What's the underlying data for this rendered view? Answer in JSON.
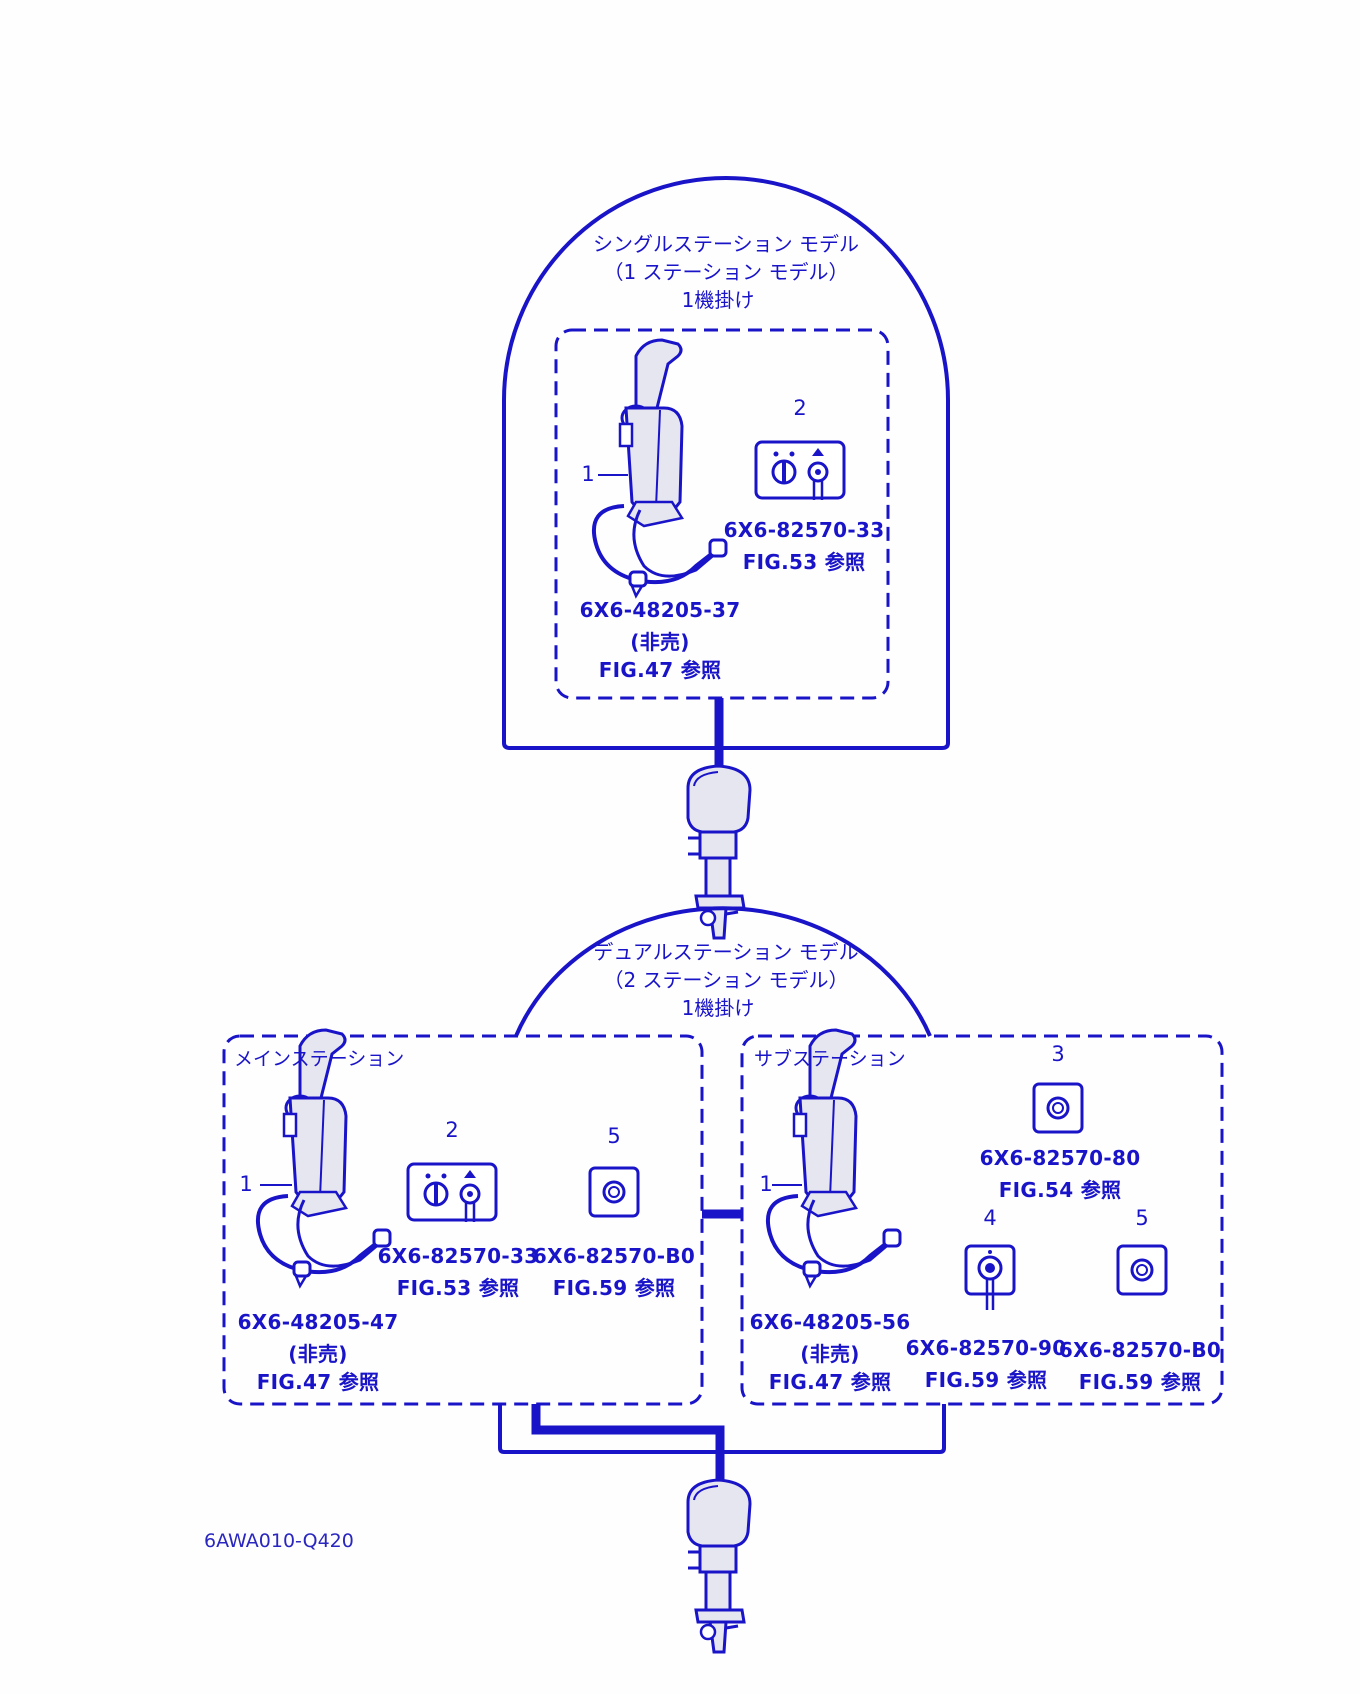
{
  "drawing_id": "6AWA010-Q420",
  "colors": {
    "ink": "#1a14c8",
    "paper": "#fefefe",
    "fill": "#e6e6f0"
  },
  "single_station": {
    "title_line1": "シングルステーション モデル",
    "title_line2": "（1 ステーション モデル）",
    "title_line3": "1機掛け",
    "remote_control": {
      "callout": "1",
      "part_number": "6X6-48205-37",
      "note": "(非売)",
      "ref": "FIG.47 参照"
    },
    "switch_panel": {
      "callout": "2",
      "part_number": "6X6-82570-33",
      "ref": "FIG.53 参照"
    }
  },
  "dual_station": {
    "title_line1": "デュアルステーション モデル",
    "title_line2": "（2 ステーション モデル）",
    "title_line3": "1機掛け",
    "main_station": {
      "label": "メインステーション",
      "remote_control": {
        "callout": "1",
        "part_number": "6X6-48205-47",
        "note": "(非売)",
        "ref": "FIG.47 参照"
      },
      "switch_panel": {
        "callout": "2",
        "part_number": "6X6-82570-33",
        "ref": "FIG.53 参照"
      },
      "switch_5": {
        "callout": "5",
        "part_number": "6X6-82570-B0",
        "ref": "FIG.59 参照"
      }
    },
    "sub_station": {
      "label": "サブステーション",
      "remote_control": {
        "callout": "1",
        "part_number": "6X6-48205-56",
        "note": "(非売)",
        "ref": "FIG.47 参照"
      },
      "switch_3": {
        "callout": "3",
        "part_number": "6X6-82570-80",
        "ref": "FIG.54 参照"
      },
      "switch_4": {
        "callout": "4",
        "part_number": "6X6-82570-90",
        "ref": "FIG.59 参照"
      },
      "switch_5": {
        "callout": "5",
        "part_number": "6X6-82570-B0",
        "ref": "FIG.59 参照"
      }
    }
  }
}
